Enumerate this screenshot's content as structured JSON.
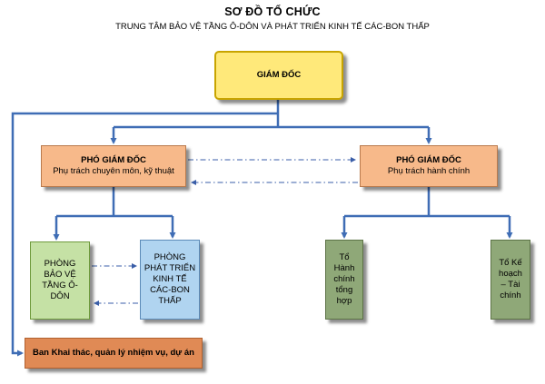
{
  "header": {
    "title": "SƠ ĐỒ TỔ CHỨC",
    "subtitle": "TRUNG TÂM BẢO VỆ TẦNG Ô-DÔN VÀ PHÁT TRIỂN KINH TẾ CÁC-BON THẤP"
  },
  "director": {
    "label": "GIÁM ĐỐC"
  },
  "deputies": {
    "left": {
      "title": "PHÓ GIÁM ĐỐC",
      "desc": "Phụ trách chuyên môn, kỹ thuật"
    },
    "right": {
      "title": "PHÓ GIÁM ĐỐC",
      "desc": "Phụ trách hành chính"
    }
  },
  "departments": {
    "ozone": {
      "lines": [
        "PHÒNG",
        "BẢO VỆ",
        "TẦNG Ô-",
        "DÔN"
      ]
    },
    "low_carbon": {
      "lines": [
        "PHÒNG",
        "PHÁT TRIỂN",
        "KINH TẾ",
        "CÁC-BON",
        "THẤP"
      ]
    }
  },
  "units": {
    "admin": {
      "lines": [
        "Tổ",
        "Hành",
        "chính",
        "tổng",
        "hợp"
      ]
    },
    "finance": {
      "lines": [
        "Tổ Kế",
        "hoạch",
        "– Tài",
        "chính"
      ]
    }
  },
  "bottom": {
    "label": "Ban Khai thác, quản lý nhiệm vụ, dự án"
  },
  "colors": {
    "connector": "#3f6db5",
    "dashed_connector": "#3a5ea8",
    "director_fill": "#ffe97a",
    "deputy_fill": "#f7b98a",
    "ozone_fill": "#c5e1a5",
    "low_carbon_fill": "#b0d4f0",
    "unit_fill": "#8fa878",
    "bottom_fill": "#e08a55"
  }
}
